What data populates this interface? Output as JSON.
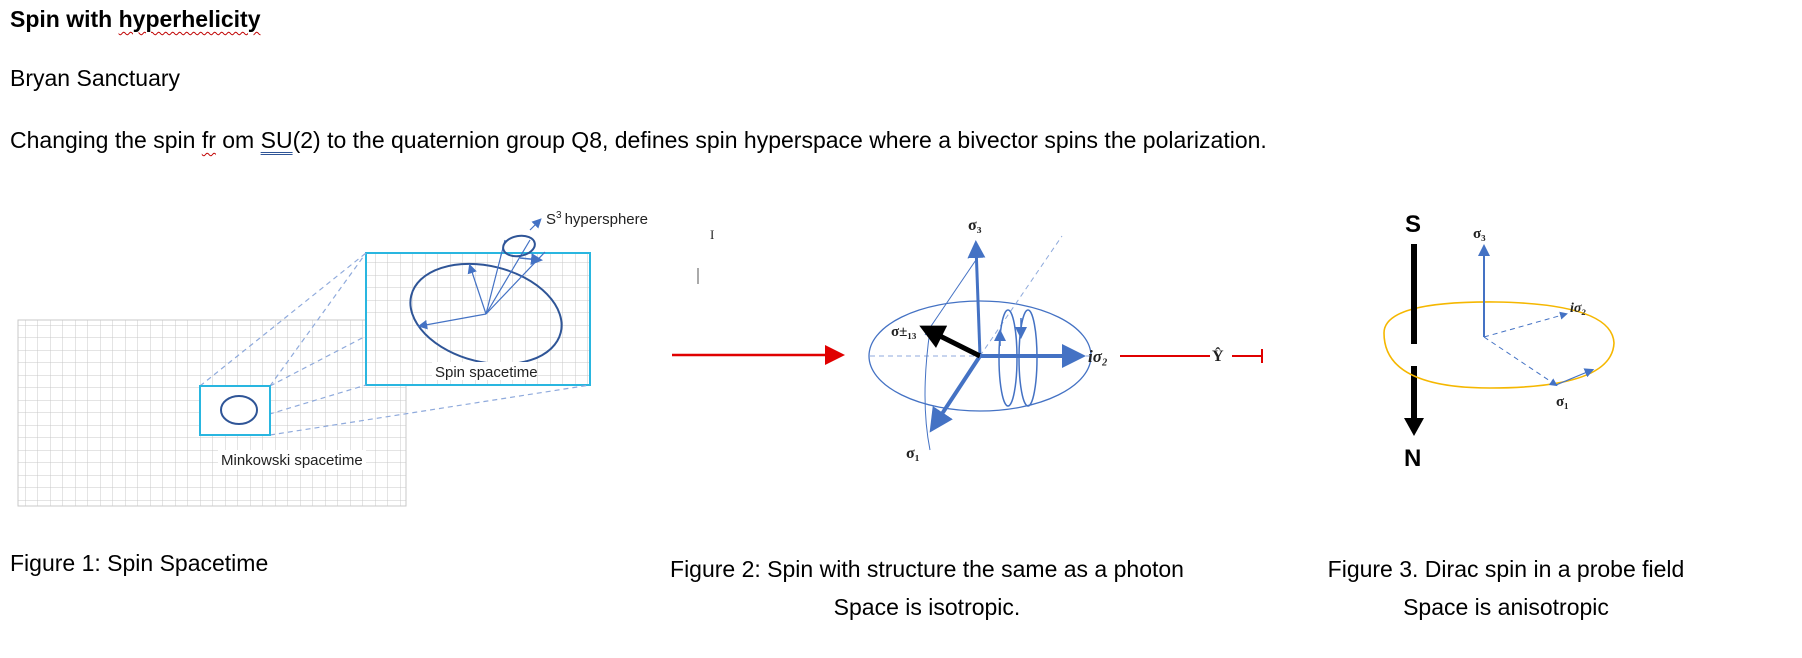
{
  "title": {
    "part1": "Spin with ",
    "part2": "hyperhelicity"
  },
  "author": "Bryan Sanctuary",
  "abstract": {
    "p1": "Changing the spin ",
    "p2": "fr",
    "p3": " om ",
    "p4": "SU",
    "p5": "(2) to the quaternion group Q8, defines spin hyperspace where a bivector spins the polarization."
  },
  "figure1": {
    "hypersphere_label": "hypersphere",
    "hypersphere_sup": "3",
    "hypersphere_prefix": "S",
    "spin_spacetime_label": "Spin spacetime",
    "minkowski_label": "Minkowski spacetime",
    "caption": "Figure 1: Spin Spacetime"
  },
  "figure2": {
    "cursor_mark": "I",
    "sigma3_label": "σ₃",
    "sigma13_label": "σ±₁₃",
    "sigma1_label": "σ₁",
    "isigma2_label": "iσ₂",
    "yhat_label": "Ŷ",
    "caption_line1": "Figure 2: Spin with structure the same as a photon",
    "caption_line2": "Space is isotropic."
  },
  "figure3": {
    "s_label": "S",
    "n_label": "N",
    "sigma3_label": "σ₃",
    "isigma2_label": "iσ₂",
    "sigma1_label": "σ₁",
    "caption_line1": "Figure 3. Dirac spin in a probe field",
    "caption_line2": "Space is anisotropic"
  },
  "colors": {
    "grid": "#c9c9c9",
    "cyan_box": "#29b6e0",
    "blue": "#4472c4",
    "dark_blue": "#2f5597",
    "red": "#e00000",
    "orange": "#f5b700",
    "black": "#000000"
  }
}
